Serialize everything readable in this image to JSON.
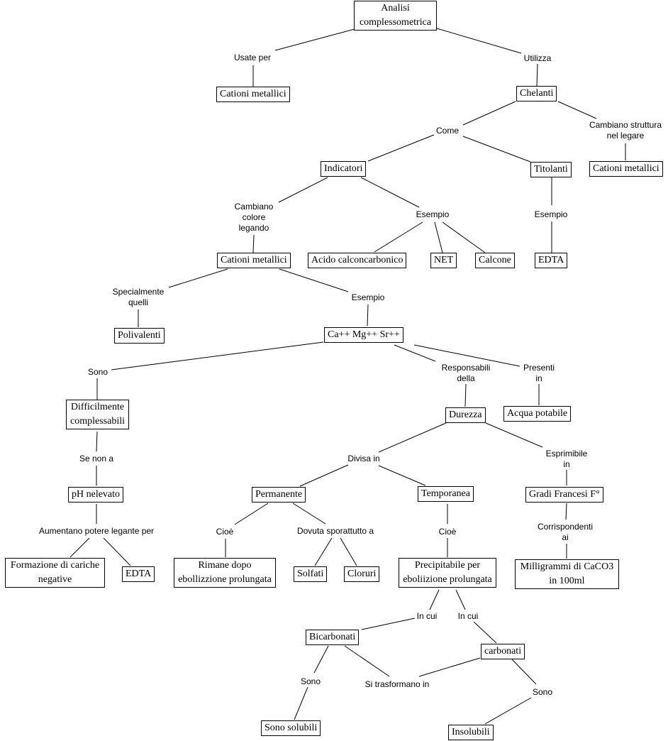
{
  "concepts": {
    "root": "Analisi complessometrica",
    "cationi_1": "Cationi metallici",
    "chelanti": "Chelanti",
    "cationi_2": "Cationi metallici",
    "indicatori": "Indicatori",
    "titolanti": "Titolanti",
    "cationi_3": "Cationi metallici",
    "acido": "Acido calconcarbonico",
    "net": "NET",
    "calcone": "Calcone",
    "edta_1": "EDTA",
    "polivalenti": "Polivalenti",
    "ca_mg_sr": "Ca++ Mg++ Sr++",
    "difficilmente": "Difficilmente complessabili",
    "durezza": "Durezza",
    "acqua": "Acqua potabile",
    "ph": "pH nelevato",
    "permanente": "Permanente",
    "temporanea": "Temporanea",
    "gradi": "Gradi Francesi F°",
    "formazione": "Formazione di cariche negative",
    "edta_2": "EDTA",
    "rimane": "Rimane dopo ebollizzione prolungata",
    "solfati": "Solfati",
    "cloruri": "Cloruri",
    "precipitabile": "Precipitabile per eboliizione prolungata",
    "milligrammi": "Milligrammi di CaCO3 in 100ml",
    "bicarbonati": "Bicarbonati",
    "carbonati": "carbonati",
    "solubili": "Sono solubili",
    "insolubili": "Insolubili"
  },
  "links": {
    "usate_per": "Usate per",
    "utilizza": "Utilizza",
    "come": "Come",
    "cambiano_struttura": "Cambiano struttura nel legare",
    "cambiano_colore": "Cambiano colore legando",
    "esempio_ind": "Esempio",
    "esempio_tit": "Esempio",
    "specialmente": "Specialmente quelli",
    "esempio_cat": "Esempio",
    "sono_1": "Sono",
    "responsabili": "Responsabili della",
    "presenti": "Presenti in",
    "se_non_a": "Se non a",
    "divisa_in": "Divisa in",
    "esprimibile": "Esprimibile in",
    "aumentano": "Aumentano potere legante per",
    "cioe_1": "Cioè",
    "dovuta": "Dovuta sporattutto a",
    "cioe_2": "Cioè",
    "corrispondenti": "Corrispondenti ai",
    "in_cui_1": "In cui",
    "in_cui_2": "In cui",
    "sono_2": "Sono",
    "si_trasformano": "Si trasformano in",
    "sono_3": "Sono"
  }
}
